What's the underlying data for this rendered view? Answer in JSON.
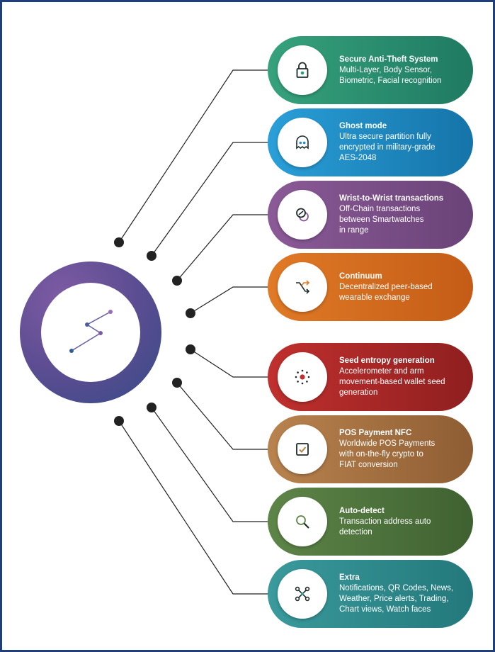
{
  "features": [
    {
      "title": "Secure Anti-Theft System",
      "desc": "Multi-Layer, Body Sensor,\nBiometric, Facial recognition",
      "icon": "lock-icon",
      "color_from": "#36a27c",
      "color_to": "#1f7a62"
    },
    {
      "title": "Ghost mode",
      "desc": "Ultra secure partition fully\nencrypted in military-grade\nAES-2048",
      "icon": "ghost-icon",
      "color_from": "#2a9fd8",
      "color_to": "#1574a9"
    },
    {
      "title": "Wrist-to-Wrist transactions",
      "desc": "Off-Chain transactions\nbetween Smartwatches\nin range",
      "icon": "token-swap-icon",
      "color_from": "#8b5a97",
      "color_to": "#6a4378"
    },
    {
      "title": "Continuum",
      "desc": "Decentralized peer-based\nwearable exchange",
      "icon": "shuffle-arrows-icon",
      "color_from": "#e07a26",
      "color_to": "#c45c17"
    },
    {
      "title": "Seed entropy generation",
      "desc": "Accelerometer and arm\nmovement-based wallet seed\ngeneration",
      "icon": "entropy-dots-icon",
      "color_from": "#c0302e",
      "color_to": "#8f1f1f"
    },
    {
      "title": "POS Payment NFC",
      "desc": "Worldwide POS Payments\nwith on-the-fly crypto to\nFIAT conversion",
      "icon": "pos-check-icon",
      "color_from": "#b9834e",
      "color_to": "#8e5d33"
    },
    {
      "title": "Auto-detect",
      "desc": "Transaction address auto\ndetection",
      "icon": "magnifier-icon",
      "color_from": "#5e8548",
      "color_to": "#3f6131"
    },
    {
      "title": "Extra",
      "desc": "Notifications, QR Codes, News,\nWeather, Price alerts, Trading,\nChart views, Watch faces",
      "icon": "network-nodes-icon",
      "color_from": "#3a9a9c",
      "color_to": "#23787b"
    }
  ],
  "colors": {
    "hub_gradient_start": "#7d5ba3",
    "hub_gradient_end": "#344b86",
    "frame": "#1e3f7a",
    "connector": "#222222"
  }
}
